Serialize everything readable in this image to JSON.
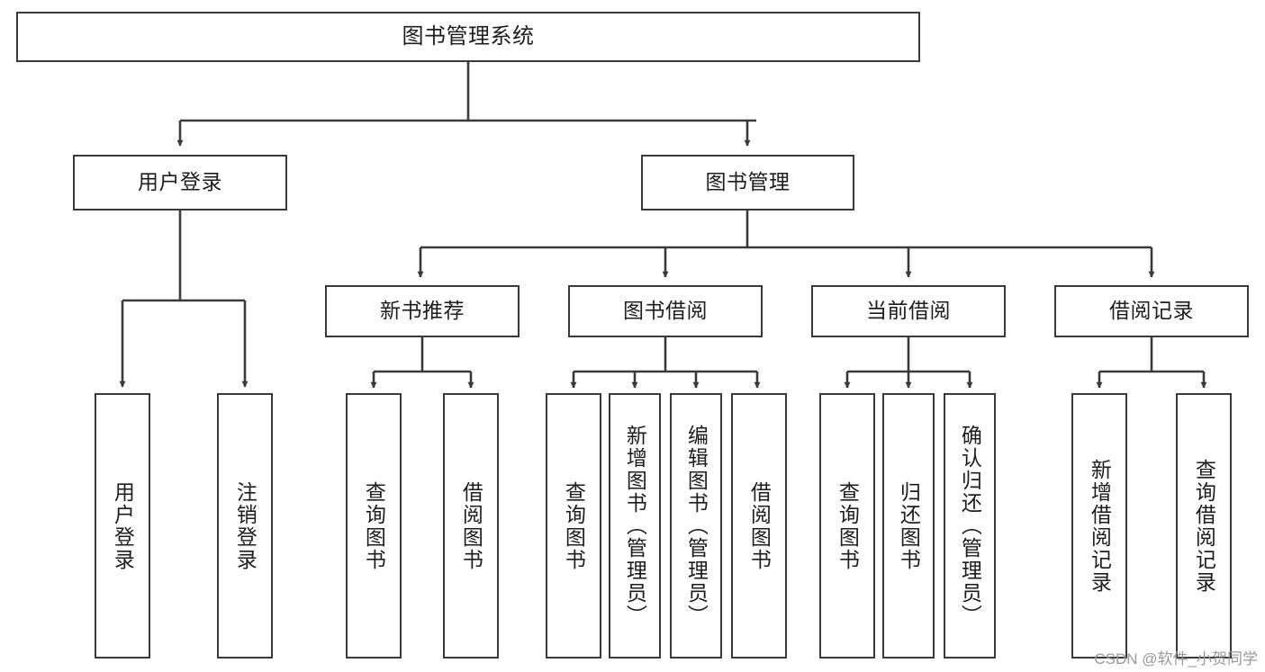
{
  "diagram": {
    "title": "图书管理系统",
    "type": "tree-hierarchy",
    "style": {
      "background": "#ffffff",
      "box_border": "#3a3a3a",
      "text_color": "#1d1d1d",
      "edge_color": "#3a3a3a"
    },
    "root": {
      "label": "图书管理系统"
    },
    "level2": [
      {
        "label": "用户登录"
      },
      {
        "label": "图书管理"
      }
    ],
    "level3": [
      {
        "label": "新书推荐"
      },
      {
        "label": "图书借阅"
      },
      {
        "label": "当前借阅"
      },
      {
        "label": "借阅记录"
      }
    ],
    "leaves": {
      "user_login": [
        {
          "label": "用户登录"
        },
        {
          "label": "注销登录"
        }
      ],
      "new_book_recommend": [
        {
          "label": "查询图书"
        },
        {
          "label": "借阅图书"
        }
      ],
      "book_borrow": [
        {
          "label": "查询图书"
        },
        {
          "label": "新增图书（管理员）"
        },
        {
          "label": "编辑图书（管理员）"
        },
        {
          "label": "借阅图书"
        }
      ],
      "current_borrow": [
        {
          "label": "查询图书"
        },
        {
          "label": "归还图书"
        },
        {
          "label": "确认归还（管理员）"
        }
      ],
      "borrow_record": [
        {
          "label": "新增借阅记录"
        },
        {
          "label": "查询借阅记录"
        }
      ]
    }
  },
  "watermark": {
    "text": "CSDN @软件_小贺同学"
  }
}
